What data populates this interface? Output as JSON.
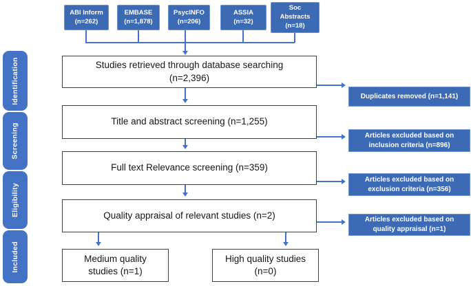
{
  "colors": {
    "flow_blue": "#3d6ab4",
    "flow_blue_border": "#6c93d6",
    "sidebar_blue": "#4472c4",
    "arrow_blue": "#4472c4",
    "box_border": "#3f3f3f"
  },
  "sidebar": {
    "stages": [
      {
        "label": "Identification"
      },
      {
        "label": "Screening"
      },
      {
        "label": "Eligibility"
      },
      {
        "label": "Included"
      }
    ]
  },
  "sources": [
    {
      "name": "ABI Inform",
      "count": "(n=262)"
    },
    {
      "name": "EMBASE",
      "count": "(n=1,878)"
    },
    {
      "name": "PsycINFO",
      "count": "(n=206)"
    },
    {
      "name": "ASSIA",
      "count": "(n=32)"
    },
    {
      "name": "Soc Abstracts",
      "count": "(n=18)"
    }
  ],
  "main_flow": [
    {
      "label": "Studies retrieved through database searching (n=2,396)"
    },
    {
      "label": "Title and abstract screening (n=1,255)"
    },
    {
      "label": "Full text Relevance screening (n=359)"
    },
    {
      "label": "Quality appraisal of relevant studies (n=2)"
    }
  ],
  "outcomes": [
    {
      "label": "Medium quality studies (n=1)"
    },
    {
      "label": "High quality studies (n=0)"
    }
  ],
  "exclusions": [
    {
      "label": "Duplicates removed (n=1,141)"
    },
    {
      "label": "Articles excluded based on inclusion criteria (n=896)"
    },
    {
      "label": "Articles excluded based on exclusion criteria (n=356)"
    },
    {
      "label": "Articles excluded based on quality appraisal (n=1)"
    }
  ]
}
